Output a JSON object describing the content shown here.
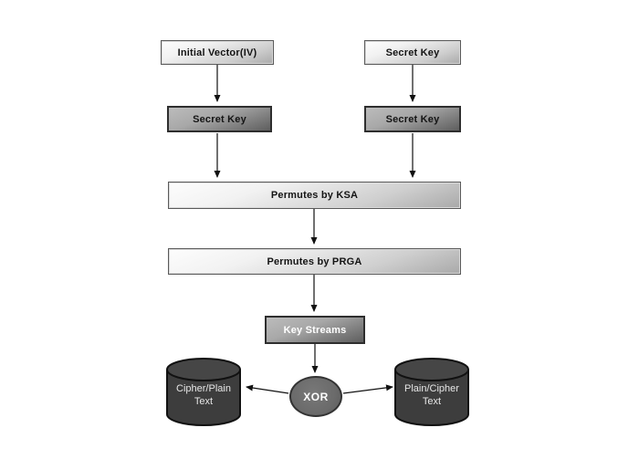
{
  "diagram": {
    "background_color": "#ffffff",
    "nodes": {
      "initial_vector": {
        "label": "Initial Vector(IV)",
        "style": "light-gradient-box"
      },
      "secret_key_top_right": {
        "label": "Secret Key",
        "style": "light-gradient-box"
      },
      "secret_key_left": {
        "label": "Secret Key",
        "style": "dark-gradient-box"
      },
      "secret_key_right": {
        "label": "Secret Key",
        "style": "dark-gradient-box"
      },
      "ksa": {
        "label": "Permutes by KSA",
        "style": "light-gradient-box-wide"
      },
      "prga": {
        "label": "Permutes by PRGA",
        "style": "light-gradient-box-wide"
      },
      "key_streams": {
        "label": "Key Streams",
        "style": "dark-gradient-box-white-text"
      },
      "xor": {
        "label": "XOR",
        "style": "gray-ellipse-white-text"
      },
      "cipher_plain_db": {
        "label": "Cipher/Plain Text",
        "style": "dark-cylinder"
      },
      "plain_cipher_db": {
        "label": "Plain/Cipher Text",
        "style": "dark-cylinder"
      }
    },
    "edges": [
      {
        "from": "initial_vector",
        "to": "secret_key_left",
        "direction": "down"
      },
      {
        "from": "secret_key_top_right",
        "to": "secret_key_right",
        "direction": "down"
      },
      {
        "from": "secret_key_left",
        "to": "ksa",
        "direction": "down"
      },
      {
        "from": "secret_key_right",
        "to": "ksa",
        "direction": "down"
      },
      {
        "from": "ksa",
        "to": "prga",
        "direction": "down"
      },
      {
        "from": "prga",
        "to": "key_streams",
        "direction": "down"
      },
      {
        "from": "key_streams",
        "to": "xor",
        "direction": "down"
      },
      {
        "from": "xor",
        "to": "cipher_plain_db",
        "direction": "left"
      },
      {
        "from": "xor",
        "to": "plain_cipher_db",
        "direction": "right"
      }
    ],
    "colors": {
      "light_box_top": "#fdfdfd",
      "light_box_bottom": "#a9a9a9",
      "dark_box_top": "#bcbcbc",
      "dark_box_bottom": "#5e5e5e",
      "box_border": "#2e2e2e",
      "cylinder_fill": "#3d3d3d",
      "cylinder_stroke": "#111111",
      "xor_fill": "#6b6b6b",
      "arrow_color": "#111111",
      "label_dark_text": "#141414",
      "label_light_text": "#ffffff",
      "cylinder_text": "#e6e6e6"
    }
  }
}
